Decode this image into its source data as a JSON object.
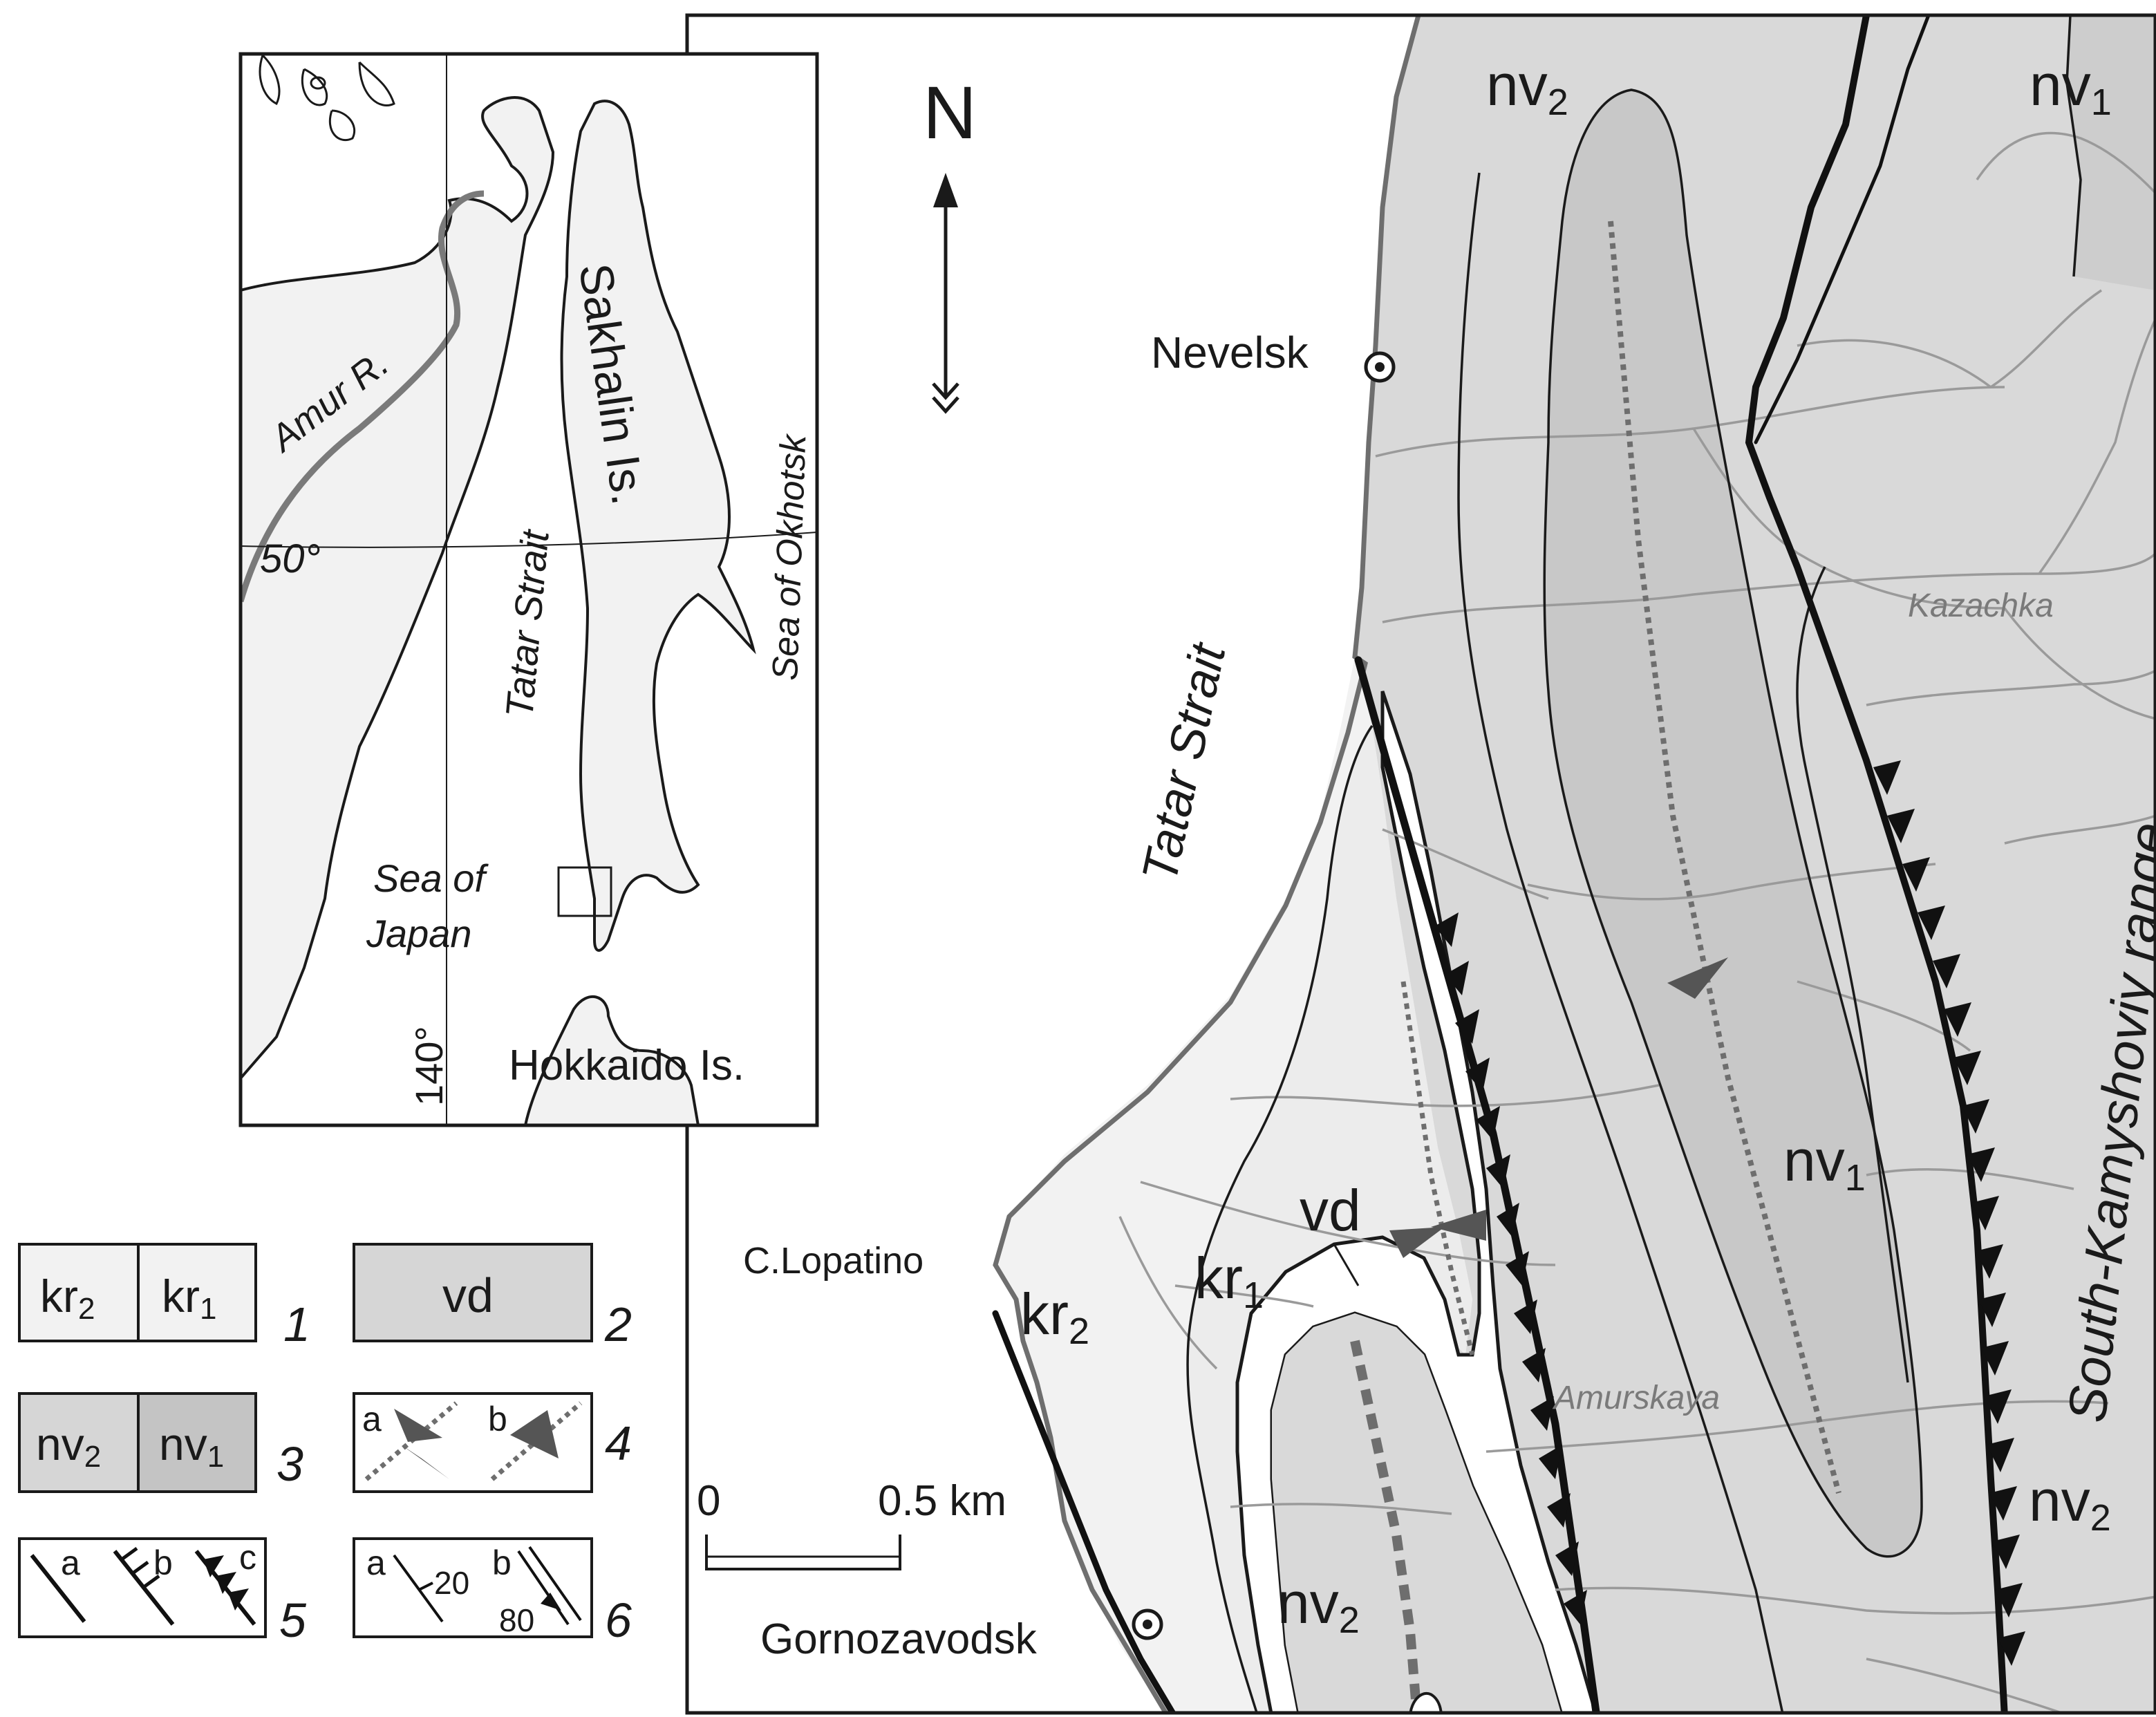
{
  "main_map": {
    "north": "N",
    "sea_label": "Tatar Strait",
    "range_label": "South-Kamyshoviy range",
    "towns": [
      "Nevelsk",
      "C.Lopatino",
      "Gornozavodsk"
    ],
    "rivers": [
      "Kazachka",
      "Amurskaya"
    ],
    "units": {
      "nv2_top": {
        "base": "nv",
        "sub": "2"
      },
      "nv1_top": {
        "base": "nv",
        "sub": "1"
      },
      "nv1_mid": {
        "base": "nv",
        "sub": "1"
      },
      "nv2_right": {
        "base": "nv",
        "sub": "2"
      },
      "nv2_bottom": {
        "base": "nv",
        "sub": "2"
      },
      "vd": {
        "base": "vd",
        "sub": ""
      },
      "kr2": {
        "base": "kr",
        "sub": "2"
      },
      "kr1": {
        "base": "kr",
        "sub": "1"
      }
    },
    "scale": {
      "zero": "0",
      "end": "0.5 km"
    }
  },
  "inset": {
    "labels": [
      "Amur R.",
      "Tatar Strait",
      "Sakhalin Is.",
      "Sea of Okhotsk",
      "Sea of Japan",
      "Hokkaido Is."
    ],
    "sea_of_japan_lines": [
      "Sea of",
      "Japan"
    ],
    "lat": "50°",
    "lon": "140°"
  },
  "legend": {
    "items": [
      {
        "number": "1",
        "cells": [
          {
            "base": "kr",
            "sub": "2"
          },
          {
            "base": "kr",
            "sub": "1"
          }
        ]
      },
      {
        "number": "2",
        "cells": [
          {
            "base": "vd",
            "sub": ""
          }
        ]
      },
      {
        "number": "3",
        "cells": [
          {
            "base": "nv",
            "sub": "2"
          },
          {
            "base": "nv",
            "sub": "1"
          }
        ]
      },
      {
        "number": "4",
        "sub_labels": [
          "a",
          "b"
        ]
      },
      {
        "number": "5",
        "sub_labels": [
          "a",
          "b",
          "c"
        ]
      },
      {
        "number": "6",
        "sub_labels": [
          "a",
          "b"
        ],
        "dips": [
          "20",
          "80"
        ]
      }
    ]
  },
  "colors": {
    "kr": "#f2f2f2",
    "nv2": "#d9d9d9",
    "nv1": "#c8c8c8",
    "vd": "#d6d6d6",
    "rivers": "#9a9a9a",
    "axis": "#6e6e6e"
  }
}
